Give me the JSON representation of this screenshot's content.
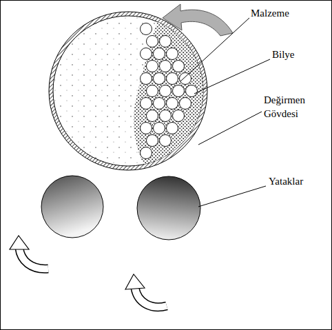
{
  "diagram": {
    "labels": [
      "Malzeme",
      "Bilye",
      "Değirmen Gövdesi",
      "Yataklar"
    ]
  }
}
